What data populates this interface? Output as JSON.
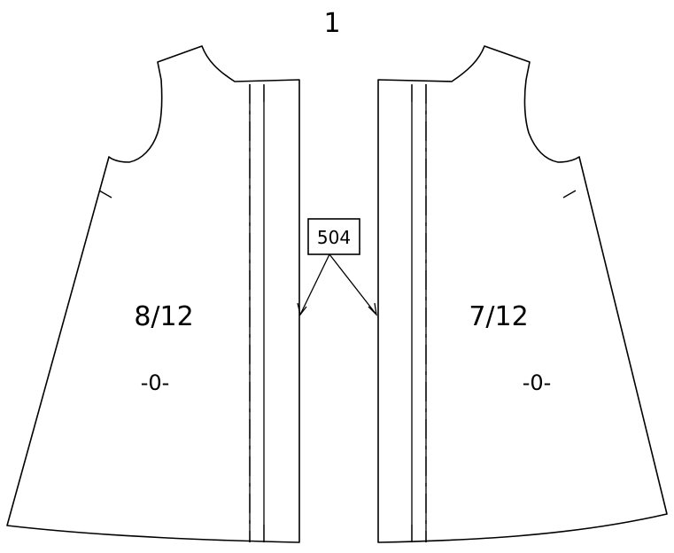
{
  "sheet_number": "1",
  "callout_label": "504",
  "left_piece": {
    "size_label": "8/12",
    "grain_mark": "-0-"
  },
  "right_piece": {
    "size_label": "7/12",
    "grain_mark": "-0-"
  }
}
